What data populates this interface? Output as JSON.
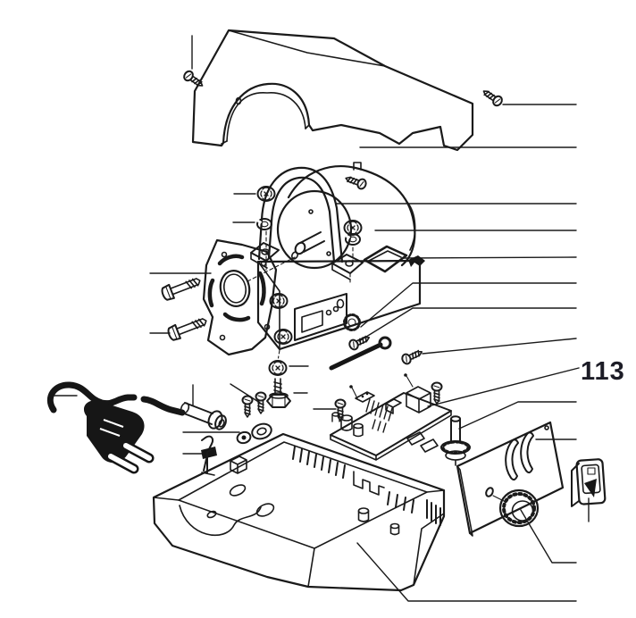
{
  "diagram": {
    "callout_label": "113",
    "colors": {
      "background": "#ffffff",
      "ink": "#1a1a1a",
      "label": "#1c1c26"
    },
    "parts": [
      "cover-screw",
      "motor-cover",
      "housing-screw",
      "lock-nut",
      "spring-washer",
      "mounting-bracket",
      "bracket-screw",
      "motor",
      "lock-nut-right",
      "lock-washer",
      "brush-cover",
      "terminal-clip",
      "motor-base",
      "bearing-plate",
      "hex-bolt-upper",
      "hex-bolt-lower",
      "tooth-washer",
      "torx-screw",
      "link-rod",
      "pan-screw",
      "lock-nut-lower",
      "threaded-stud",
      "hex-nut",
      "power-cord",
      "power-plug",
      "cord-sleeve",
      "mounting-screws",
      "cable-clamp",
      "wire-clip",
      "circuit-board",
      "board-screw-left",
      "board-screw-right",
      "potentiometer",
      "side-panel",
      "louver-vents",
      "thumb-knob",
      "rocker-switch",
      "base-housing"
    ]
  }
}
